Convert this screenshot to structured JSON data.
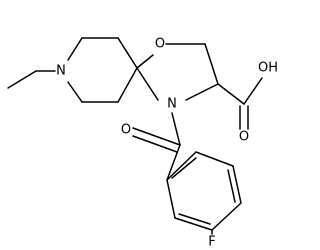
{
  "molecule": {
    "atoms": {
      "n_piperidine": "N",
      "o_oxazolidine": "O",
      "n_oxazolidine": "N",
      "oh_label": "OH",
      "o_amide": "O",
      "o_acid": "O",
      "f_label": "F"
    },
    "colors": {
      "bond": "#000000",
      "text": "#000000",
      "background": "#ffffff"
    }
  }
}
